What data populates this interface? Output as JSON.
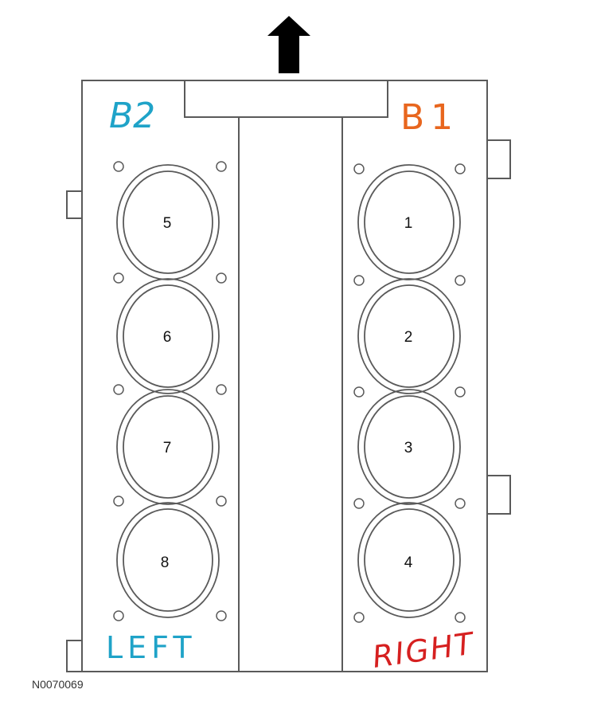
{
  "bank_labels": {
    "left_bank": "B2",
    "right_bank": "B1",
    "left_side": "LEFT",
    "right_side": "RIGHT"
  },
  "cylinders": {
    "left": [
      "5",
      "6",
      "7",
      "8"
    ],
    "right": [
      "1",
      "2",
      "3",
      "4"
    ]
  },
  "figure_id": "N0070069",
  "colors": {
    "outline": "#5a5a5a",
    "arrow": "#000000",
    "left_labels": "#1fa3c8",
    "bank1_label": "#e8661e",
    "right_label": "#d62020"
  },
  "icons": {
    "front_arrow": "arrow-up-icon"
  }
}
